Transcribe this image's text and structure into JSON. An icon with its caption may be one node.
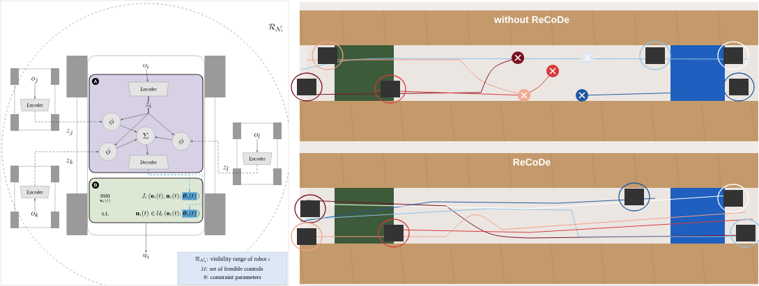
{
  "diagram": {
    "nodes": [
      {
        "text": [],
        "shape": "box"
      },
      {
        "text": [
          "o_i"
        ],
        "in": 0
      },
      {
        "text": [
          "A"
        ],
        "in": 0
      },
      {
        "text": [
          "Encoder"
        ],
        "in": 2
      },
      {
        "text": [
          "\\phi"
        ],
        "in": 2
      },
      {
        "text": [
          "\\Sigma"
        ],
        "in": 2
      },
      {
        "text": [
          "\\phi"
        ],
        "in": 2
      },
      {
        "text": [
          "\\phi"
        ],
        "in": 2
      },
      {
        "text": [
          "Decoder"
        ],
        "in": 2
      },
      {
        "text": [
          "B",
          "\\min_{\\mathbf{u}_i(t)}",
          "J_i\\,(\\mathbf{o}_i(t),\\mathbf{u}_i(t);",
          ")",
          "s.t.",
          "\\mathbf{u}_i(t)\\in\\mathcal{U}_i\\,(\\mathbf{o}_i(t);",
          ")"
        ],
        "in": 0
      },
      {
        "text": [
          "\\boldsymbol{\\theta}_i(t)"
        ],
        "in": 9
      },
      {
        "text": [
          "\\boldsymbol{\\theta}_i(t)"
        ],
        "in": 9
      },
      {
        "text": [
          "u_i"
        ]
      },
      {
        "text": [],
        "shape": "box"
      },
      {
        "text": [
          "o_j"
        ],
        "in": 13
      },
      {
        "text": [
          "Encoder"
        ],
        "in": 13
      },
      {
        "text": [],
        "shape": "box"
      },
      {
        "text": [
          "Encoder"
        ],
        "in": 16
      },
      {
        "text": [
          "o_k"
        ],
        "in": 16
      },
      {
        "text": [],
        "shape": "box"
      },
      {
        "text": [
          "o_l"
        ],
        "in": 19
      },
      {
        "text": [
          "Encoder"
        ],
        "in": 19
      },
      {
        "text": [
          "\\mathcal{R}_{\\mathcal{N}_i}\\text{: visibility range of robot }i",
          "\\mathcal{U}\\text{: set of feasible controls}",
          "\\theta\\text{: constraint parameters}"
        ]
      }
    ],
    "edges": [
      {
        "from": 1,
        "to": 3,
        "arrow": "to"
      },
      {
        "from": 3,
        "to": 4,
        "arrow": "to",
        "label": "z_i"
      },
      {
        "from": 3,
        "to": 6,
        "arrow": "to"
      },
      {
        "from": 3,
        "to": 7,
        "arrow": "to"
      },
      {
        "from": 4,
        "to": 5,
        "arrow": "to"
      },
      {
        "from": 7,
        "to": 5,
        "arrow": "to"
      },
      {
        "from": 6,
        "to": 5,
        "arrow": "to"
      },
      {
        "from": 5,
        "to": 8,
        "arrow": "to"
      },
      {
        "from": 8,
        "to": 10,
        "arrow": "to",
        "style": "dashed",
        "color": "#3a8fd0"
      },
      {
        "from": 8,
        "to": 11,
        "arrow": "to",
        "style": "dashed",
        "color": "#3a8fd0"
      },
      {
        "from": 9,
        "to": 12,
        "arrow": "to"
      },
      {
        "from": 14,
        "to": 15,
        "arrow": "to"
      },
      {
        "from": 15,
        "to": 4,
        "arrow": "to",
        "style": "dashed",
        "label": "z_j"
      },
      {
        "from": 18,
        "to": 17,
        "arrow": "to"
      },
      {
        "from": 17,
        "to": 7,
        "arrow": "to",
        "style": "dashed",
        "label": "z_k"
      },
      {
        "from": 20,
        "to": 21,
        "arrow": "to"
      },
      {
        "from": 21,
        "to": 6,
        "arrow": "to",
        "style": "dashed",
        "label": "z_l"
      }
    ],
    "labels": [
      "\\mathcal{R}_{\\mathcal{N}_i}",
      "without ReCoDe",
      "ReCoDe"
    ]
  }
}
